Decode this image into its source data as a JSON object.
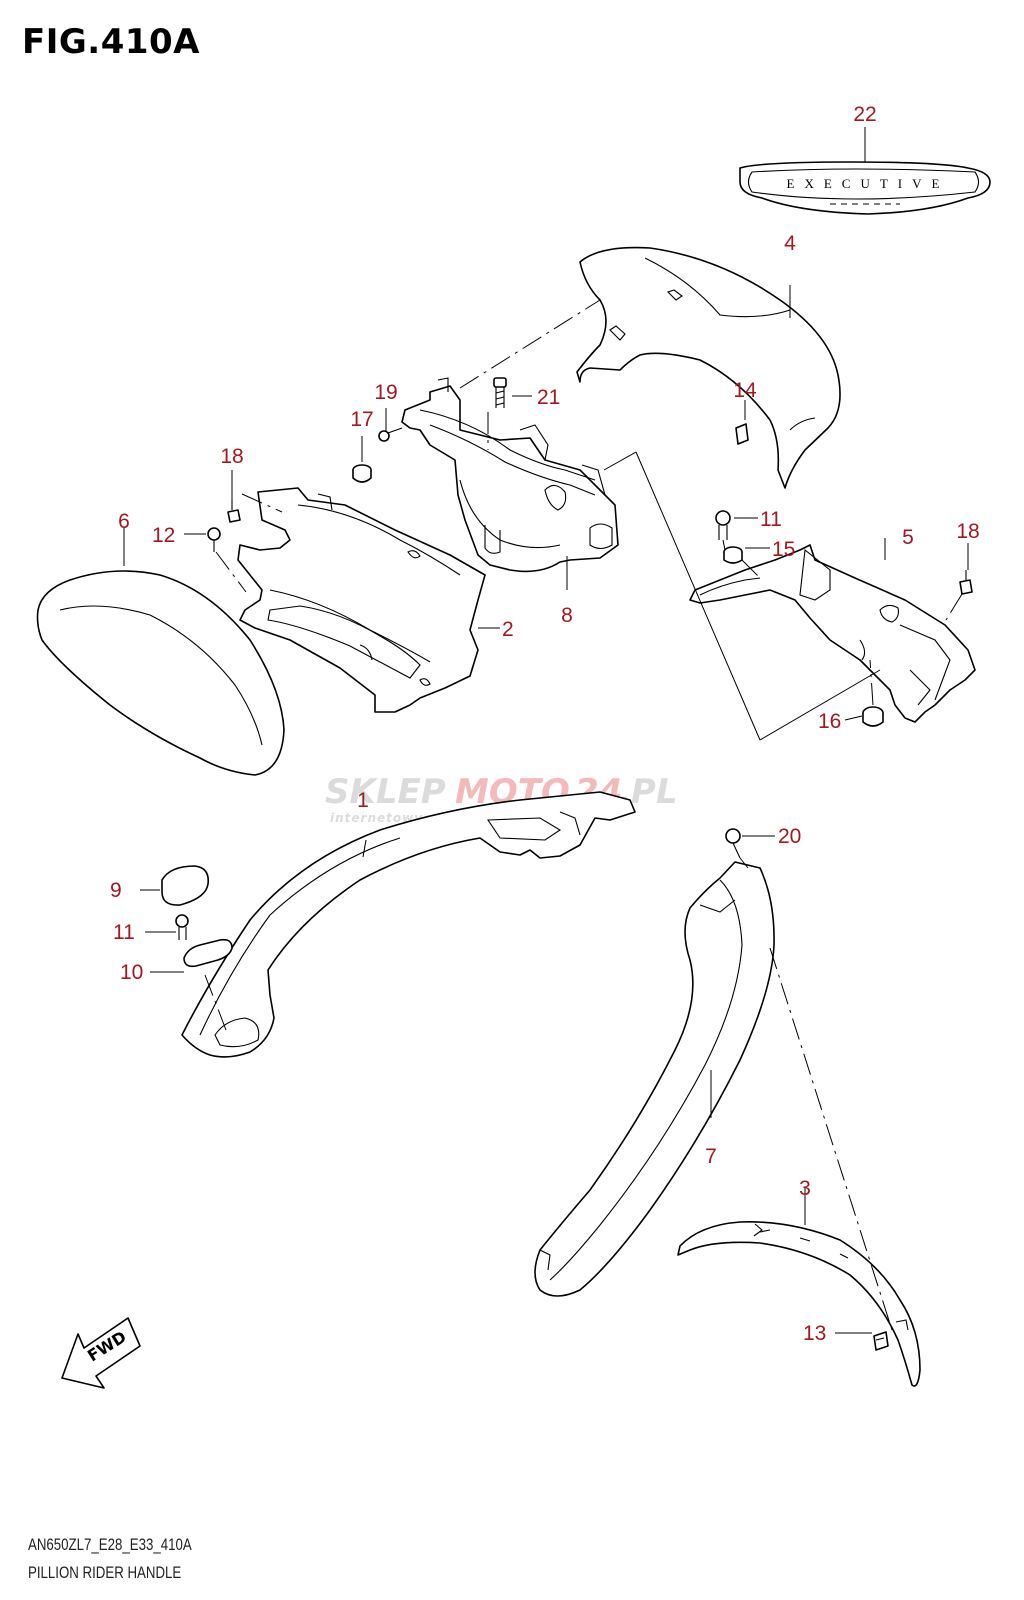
{
  "figure": {
    "title": "FIG.410A",
    "code": "AN650ZL7_E28_E33_410A",
    "name": "PILLION RIDER HANDLE"
  },
  "emblem_text": "EXECUTIVE",
  "fwd_label": "FWD",
  "watermark": {
    "brand_a": "SKLEP",
    "brand_b": "MOTO",
    "brand_c": "24",
    "brand_d": ".PL",
    "tagline": "internetowy sklep motocyklowy"
  },
  "callouts": {
    "c1": "1",
    "c2": "2",
    "c3": "3",
    "c4": "4",
    "c5": "5",
    "c6": "6",
    "c7": "7",
    "c8": "8",
    "c9": "9",
    "c10": "10",
    "c11a": "11",
    "c11b": "11",
    "c12": "12",
    "c13": "13",
    "c14": "14",
    "c15": "15",
    "c16": "16",
    "c17": "17",
    "c18a": "18",
    "c18b": "18",
    "c19": "19",
    "c20": "20",
    "c21": "21",
    "c22": "22"
  },
  "colors": {
    "callout": "#a3181e",
    "line": "#000000",
    "watermark_red": "#e23a3a"
  }
}
